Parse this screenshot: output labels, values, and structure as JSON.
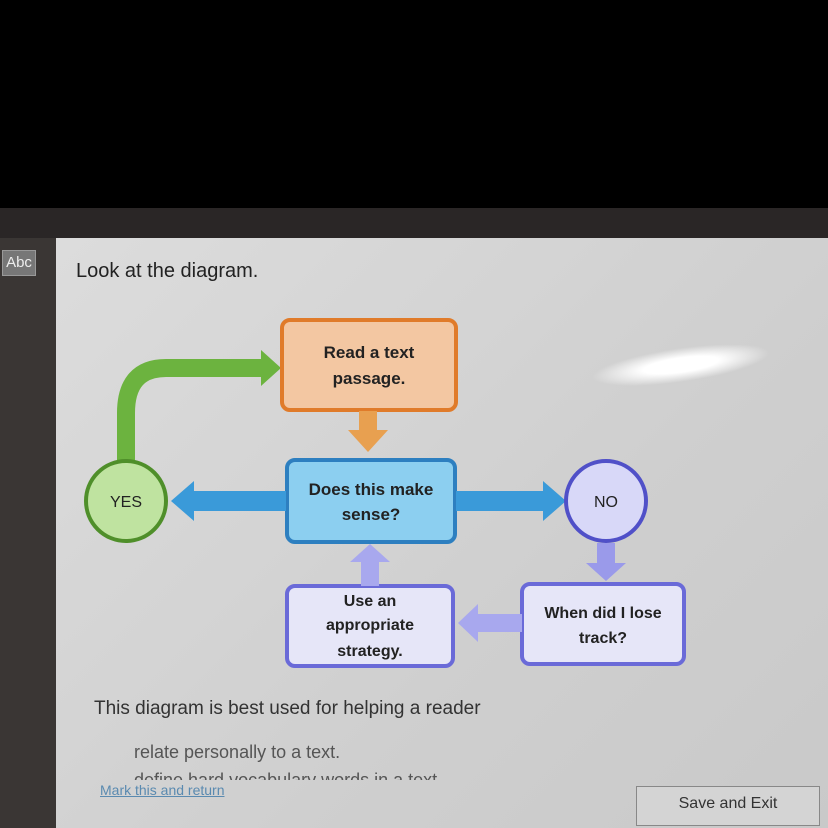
{
  "toolbar": {
    "tool_label": "Abc"
  },
  "question": {
    "prompt": "Look at the diagram.",
    "stem": "This diagram is best used for helping a reader",
    "options": [
      "relate personally to a text.",
      "define hard vocabulary words in a text."
    ]
  },
  "diagram": {
    "read": [
      "Read a text",
      "passage."
    ],
    "sense": [
      "Does this make",
      "sense?"
    ],
    "yes": "YES",
    "no": "NO",
    "lose": [
      "When did I lose",
      "track?"
    ],
    "strategy": [
      "Use an",
      "appropriate",
      "strategy."
    ]
  },
  "footer": {
    "mark_link": "Mark this and return",
    "save_button": "Save and Exit"
  },
  "colors": {
    "orange": "#e07b2a",
    "blue": "#3a9ad9",
    "green": "#6cb33f",
    "purple": "#6a6ad8"
  }
}
